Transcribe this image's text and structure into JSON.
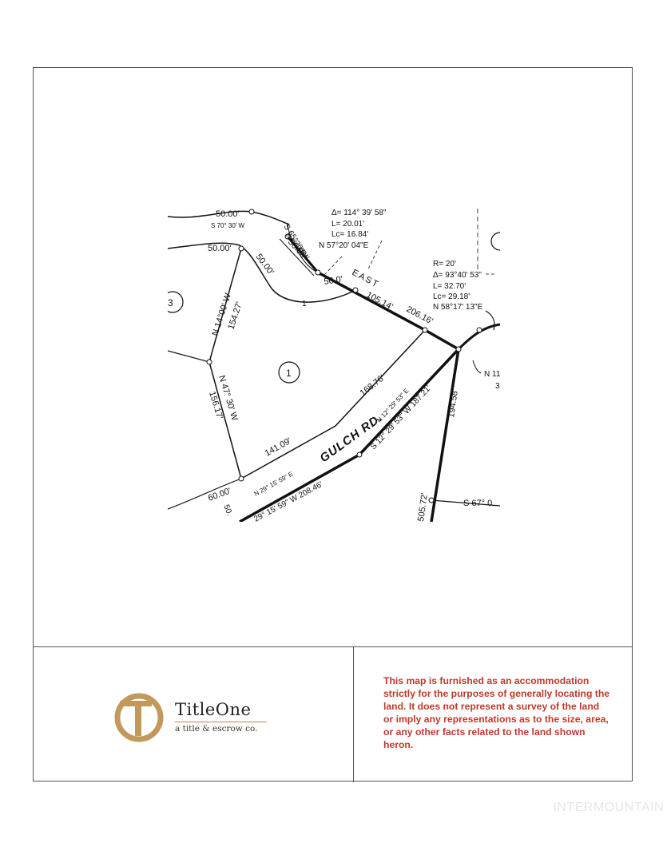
{
  "plat": {
    "labels": {
      "top_50": "50.00'",
      "s7030w": "S 70° 30' W",
      "s6520e": "S 65°20'E",
      "top_5000b": "50.00'",
      "delta1": "Δ= 114° 39' 58\"",
      "l1": "L= 20.01'",
      "lc1": "Lc= 16.84'",
      "n57": "N 57°20' 04\"E",
      "left_50": "50.00'",
      "n6520w": "N 65°20' W",
      "inner_50": "50.00'",
      "east_50": "50.0'",
      "east": "EAST",
      "lot_num_3": "3",
      "n1400w": "N 14°00' W",
      "d15427": "154.27'",
      "curve_1": "1",
      "d10514": "105.14'",
      "d20616": "206.16'",
      "r20": "R= 20'",
      "delta2": "Δ= 93°40' 53\"",
      "l2": "L= 32.70'",
      "lc2": "Lc= 29.18'",
      "n58": "N 58°17' 13\"E",
      "n11": "N 11",
      "three_small": "3",
      "lot_num_1": "1",
      "d16876": "168.76'",
      "n4730w": "N 47° 30' W",
      "d15617": "156.17'",
      "road": "GULCH RD.",
      "n122953e": "N 12° 29' 53\" E",
      "s122953w": "S 12° 29' 53\" W 187.21'",
      "d19458": "194.58'",
      "d14109": "141.09'",
      "n291559e": "N 29° 15' 59\" E",
      "d6000": "60.00'",
      "bottom_50": "50.",
      "s291559w": "29° 15' 59\" W 208.46'",
      "d50572": "505.72'",
      "s6700": "S 67° 0"
    }
  },
  "logo": {
    "name": "TitleOne",
    "tagline": "a title & escrow co."
  },
  "disclaimer": {
    "text": "This map is furnished as an accommodation strictly for the purposes of generally locating the land. It does not represent a survey of the land or imply any representations as to the size, area, or any other facts related to the land shown heron."
  },
  "watermark": {
    "text": "INTERMOUNTAIN"
  },
  "colors": {
    "disclaimer_red": "#c0392b",
    "logo_gold": "#c19a5b"
  }
}
